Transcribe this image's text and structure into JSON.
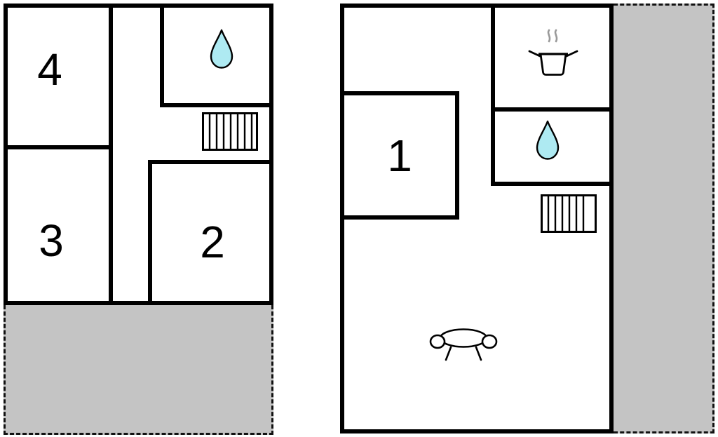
{
  "rooms": {
    "room_1": "1",
    "room_2": "2",
    "room_3": "3",
    "room_4": "4"
  },
  "icons": {
    "water_drop": "water-drop-icon",
    "radiator": "radiator-icon",
    "stove": "stove-pot-icon",
    "sofa": "sofa-icon"
  },
  "colors": {
    "wall": "#000000",
    "floor": "#ffffff",
    "terrace": "#c4c4c4",
    "water_drop": "#aeeaf2",
    "steam": "#999999"
  }
}
